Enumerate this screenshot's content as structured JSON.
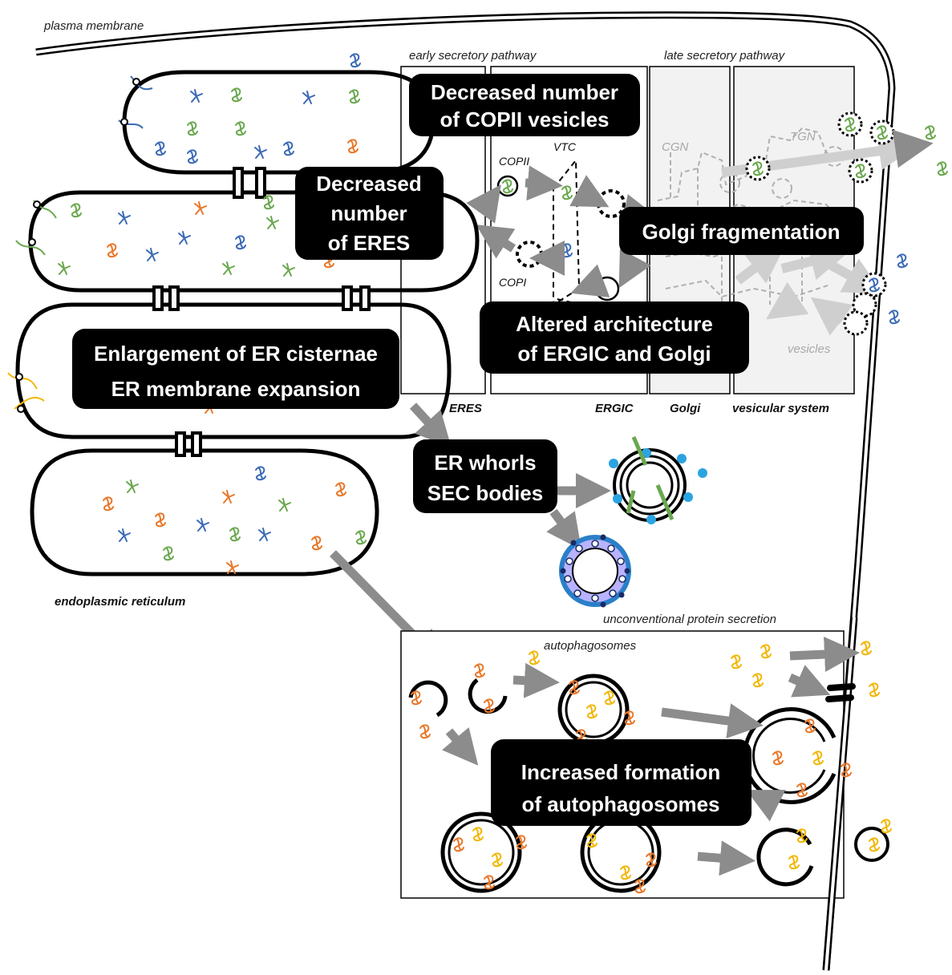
{
  "labels": {
    "plasma_membrane": "plasma membrane",
    "early_pathway": "early secretory pathway",
    "late_pathway": "late secretory pathway",
    "endoplasmic_reticulum": "endoplasmic reticulum",
    "unconventional": "unconventional protein secretion",
    "autophagosomes": "autophagosomes",
    "copii": "COPII",
    "copi": "COPI",
    "vtc": "VTC",
    "cgn": "CGN",
    "tgn": "TGN",
    "vesicles": "vesicles",
    "col_eres": "ERES",
    "col_ergic": "ERGIC",
    "col_golgi": "Golgi",
    "col_vesicular": "vesicular system"
  },
  "callouts": {
    "copii_line1": "Decreased number",
    "copii_line2": "of COPII vesicles",
    "eres_line1": "Decreased",
    "eres_line2": "number",
    "eres_line3": "of ERES",
    "golgi_frag": "Golgi fragmentation",
    "ergic_line1": "Altered architecture",
    "ergic_line2": "of ERGIC and Golgi",
    "er_line1": "Enlargement of ER cisternae",
    "er_line2": "ER membrane expansion",
    "whorls_line1": "ER whorls",
    "whorls_line2": "SEC bodies",
    "auto_line1": "Increased formation",
    "auto_line2": "of autophagosomes"
  },
  "colors": {
    "protein_green": "#6aa84f",
    "protein_blue": "#3c6bb5",
    "protein_orange": "#e8782a",
    "protein_yellow": "#f2b705",
    "arrow_grey": "#8c8c8c",
    "callout_bg": "#000000",
    "late_panel_bg": "#f2f2f2"
  }
}
